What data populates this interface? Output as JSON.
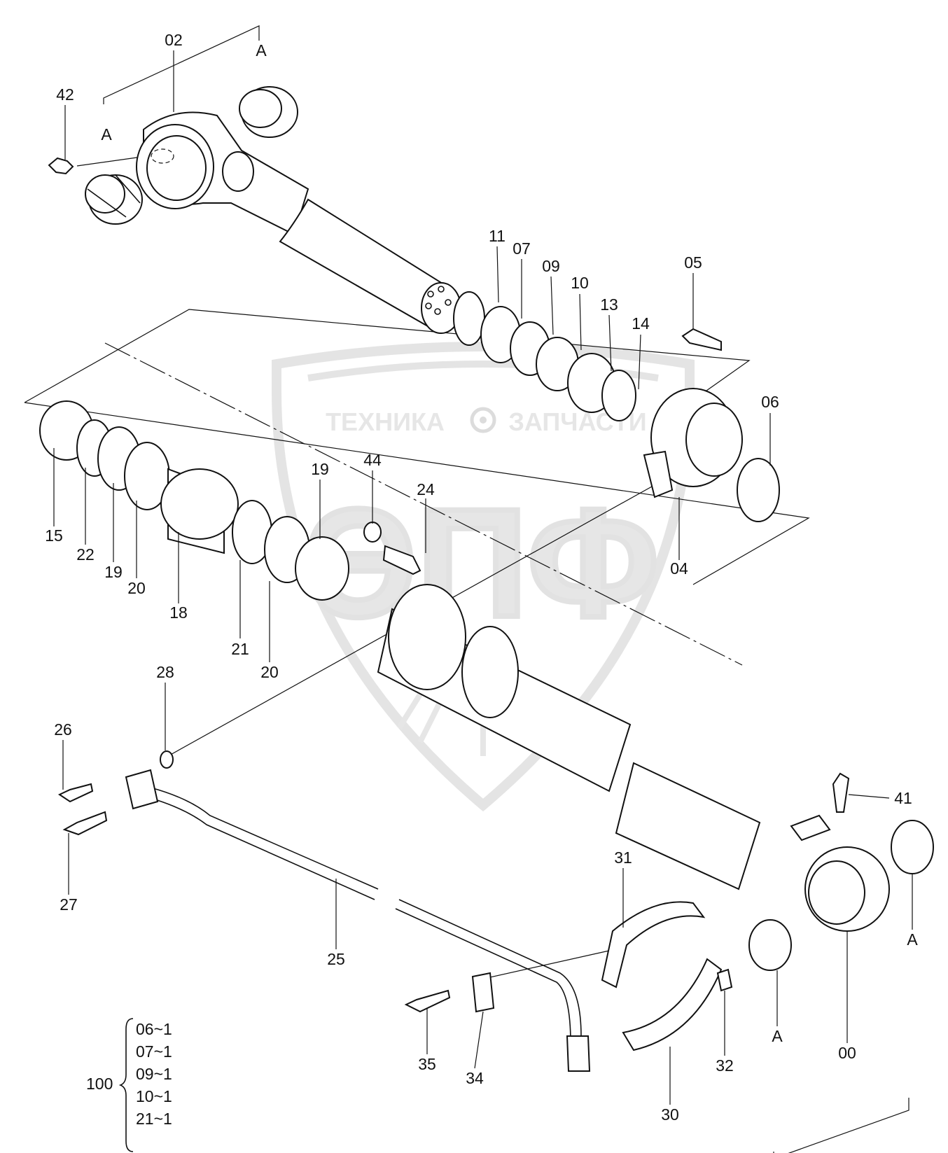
{
  "watermark": {
    "brand_text": "ЭПФ",
    "left_text": "ТЕХНИКА",
    "right_text": "ЗАПЧАСТИ"
  },
  "labels": {
    "p00": "00",
    "p02": "02",
    "p04": "04",
    "p05": "05",
    "p06": "06",
    "p07": "07",
    "p09": "09",
    "p10": "10",
    "p11": "11",
    "p13": "13",
    "p14": "14",
    "p15": "15",
    "p18": "18",
    "p19a": "19",
    "p19b": "19",
    "p20a": "20",
    "p20b": "20",
    "p21": "21",
    "p22": "22",
    "p24": "24",
    "p25": "25",
    "p26": "26",
    "p27": "27",
    "p28": "28",
    "p30": "30",
    "p31": "31",
    "p32": "32",
    "p34": "34",
    "p35": "35",
    "p41": "41",
    "p42": "42",
    "p44": "44",
    "refA1": "A",
    "refA2": "A",
    "refA3": "A",
    "refA4": "A"
  },
  "kit": {
    "number": "100",
    "items": [
      "06~1",
      "07~1",
      "09~1",
      "10~1",
      "21~1"
    ]
  },
  "colors": {
    "line": "#111111",
    "watermark": "#e6e6e6",
    "background": "#ffffff"
  }
}
